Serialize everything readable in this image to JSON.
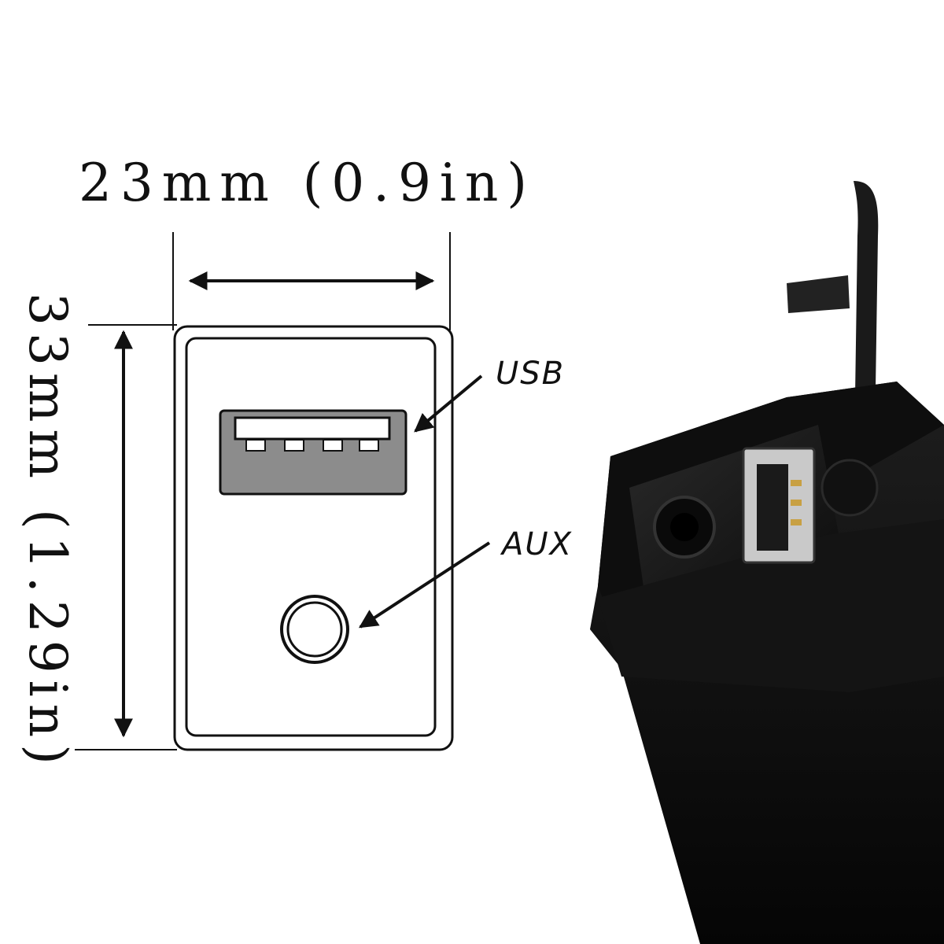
{
  "dimensions": {
    "width_label": "23mm (0.9in)",
    "height_label": "33mm (1.29in)"
  },
  "callouts": {
    "usb": "USB",
    "aux": "AUX"
  },
  "colors": {
    "line": "#111111",
    "usb_port_fill": "#8c8c8c",
    "product_body": "#161616"
  }
}
